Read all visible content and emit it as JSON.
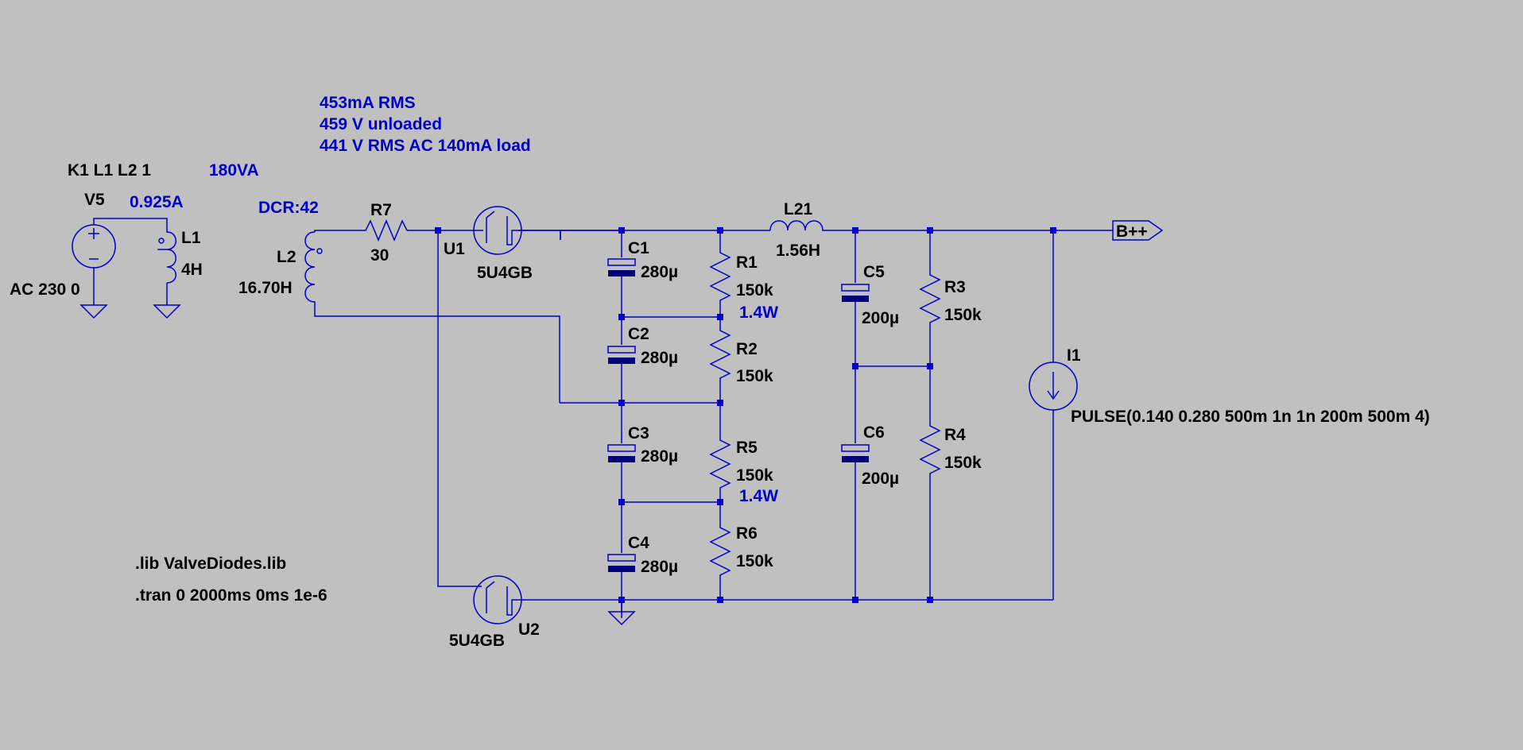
{
  "canvas_bg": "#c0c0c0",
  "wire_color": "#0000c8",
  "label_color": "#000000",
  "note_color": "#0000c8",
  "annotations": {
    "rms_current": "453mA RMS",
    "unloaded_voltage": "459 V unloaded",
    "loaded_voltage": "441 V RMS AC  140mA load",
    "power_rating": "180VA",
    "source_current": "0.925A",
    "dcr": "DCR:42",
    "r1_power": "1.4W",
    "r5_power": "1.4W"
  },
  "directives": {
    "coupling": "K1 L1 L2 1",
    "lib": ".lib ValveDiodes.lib",
    "tran": ".tran 0 2000ms 0ms 1e-6"
  },
  "components": {
    "v5": {
      "name": "V5",
      "value": "AC 230 0"
    },
    "l1": {
      "name": "L1",
      "value": "4H"
    },
    "l2": {
      "name": "L2",
      "value": "16.70H"
    },
    "r7": {
      "name": "R7",
      "value": "30"
    },
    "u1": {
      "name": "U1",
      "value": "5U4GB"
    },
    "u2": {
      "name": "U2",
      "value": "5U4GB"
    },
    "c1": {
      "name": "C1",
      "value": "280µ"
    },
    "c2": {
      "name": "C2",
      "value": "280µ"
    },
    "c3": {
      "name": "C3",
      "value": "280µ"
    },
    "c4": {
      "name": "C4",
      "value": "280µ"
    },
    "r1": {
      "name": "R1",
      "value": "150k"
    },
    "r2": {
      "name": "R2",
      "value": "150k"
    },
    "r5": {
      "name": "R5",
      "value": "150k"
    },
    "r6": {
      "name": "R6",
      "value": "150k"
    },
    "l21": {
      "name": "L21",
      "value": "1.56H"
    },
    "c5": {
      "name": "C5",
      "value": "200µ"
    },
    "c6": {
      "name": "C6",
      "value": "200µ"
    },
    "r3": {
      "name": "R3",
      "value": "150k"
    },
    "r4": {
      "name": "R4",
      "value": "150k"
    },
    "i1": {
      "name": "I1",
      "value": "PULSE(0.140 0.280 500m 1n 1n 200m 500m 4)"
    },
    "out": {
      "name": "B++"
    }
  }
}
